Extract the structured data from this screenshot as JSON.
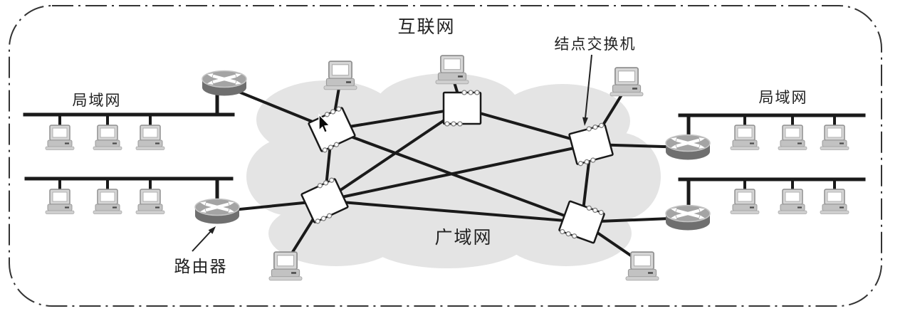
{
  "labels": {
    "internet": "互联网",
    "node_switch": "结点交换机",
    "lan_left": "局域网",
    "lan_right": "局域网",
    "wan": "广域网",
    "router": "路由器"
  },
  "colors": {
    "line": "#1a1a1a",
    "cloud": "#e4e4e4",
    "switch_fill": "#ffffff",
    "switch_stroke": "#191919",
    "router_top": "#a4a4a4",
    "router_body": "#6f6f6f",
    "computer_body": "#c9c9c9",
    "text": "#222222",
    "border": "#333333"
  },
  "topology": {
    "wan": {
      "label": "广域网",
      "node_switches": 5,
      "switch_mesh_links": [
        "S1-S2",
        "S2-S3",
        "S1-S4",
        "S2-S4",
        "S3-S4",
        "S1-S5",
        "S3-S5",
        "S4-S5"
      ],
      "hosts_attached_to_switches": 5
    },
    "router_links": [
      "R1-S1",
      "R2-S4",
      "R3-S3",
      "R4-S5"
    ],
    "lans": [
      {
        "side": "left",
        "row": "top",
        "label": "局域网",
        "hosts": 3,
        "router": "R1"
      },
      {
        "side": "left",
        "row": "bottom",
        "label": "局域网",
        "hosts": 3,
        "router": "R2"
      },
      {
        "side": "right",
        "row": "top",
        "label": "局域网",
        "hosts": 3,
        "router": "R3"
      },
      {
        "side": "right",
        "row": "bottom",
        "label": "局域网",
        "hosts": 3,
        "router": "R4"
      }
    ]
  }
}
